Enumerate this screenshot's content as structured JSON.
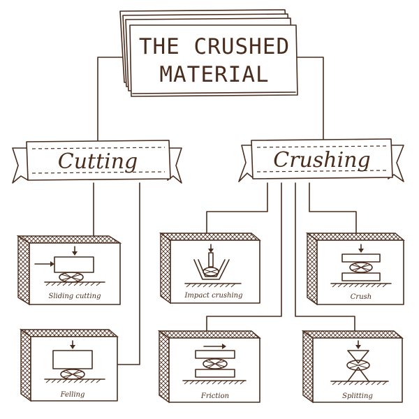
{
  "diagram": {
    "title_lines": [
      "THE CRUSHED",
      "MATERIAL"
    ],
    "categories": [
      {
        "id": "cutting",
        "label": "Cutting"
      },
      {
        "id": "crushing",
        "label": "Crushing"
      }
    ],
    "methods": [
      {
        "id": "sliding-cutting",
        "label": "Sliding cutting",
        "category": "cutting",
        "icon": "sliding-cutting-icon"
      },
      {
        "id": "felling",
        "label": "Felling",
        "category": "cutting",
        "icon": "felling-icon"
      },
      {
        "id": "impact-crushing",
        "label": "Impact crushing",
        "category": "crushing",
        "icon": "impact-crushing-icon"
      },
      {
        "id": "crush",
        "label": "Crush",
        "category": "crushing",
        "icon": "crush-icon"
      },
      {
        "id": "friction",
        "label": "Friction",
        "category": "crushing",
        "icon": "friction-icon"
      },
      {
        "id": "splitting",
        "label": "Splitting",
        "category": "crushing",
        "icon": "splitting-icon"
      }
    ],
    "colors": {
      "ink": "#4a2c1c",
      "paper": "#ffffff"
    }
  }
}
